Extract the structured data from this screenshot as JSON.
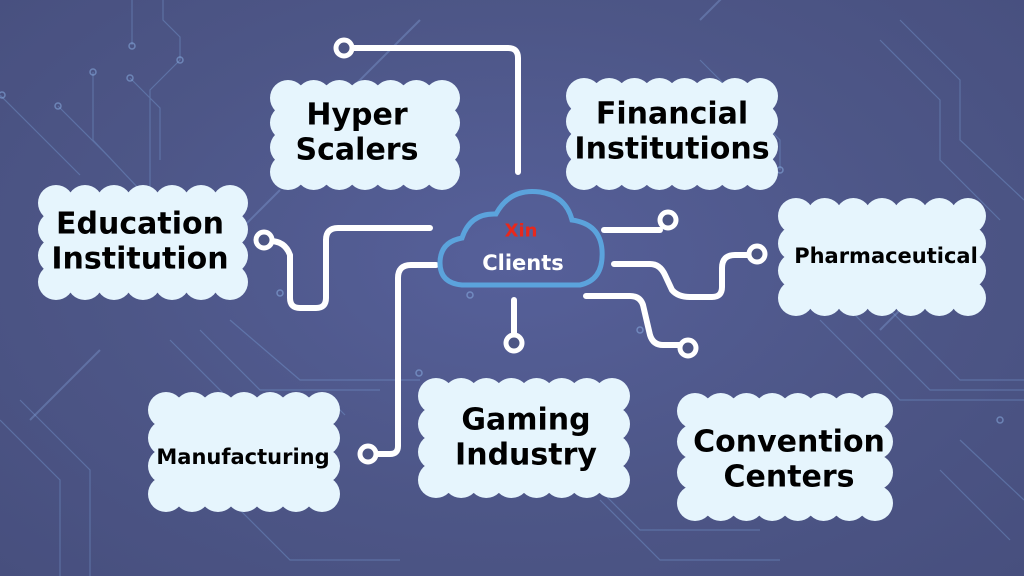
{
  "diagram": {
    "title_brand": "Xin",
    "title_label": "Clients",
    "colors": {
      "background": "#4d5685",
      "cloud_fill": "#e6f5fd",
      "hub_outline": "#5ba3dc",
      "connector": "#ffffff",
      "brand_red": "#e8281c",
      "circuit": "#7fa8e0"
    },
    "clients": [
      {
        "id": "hyper-scalers",
        "lines": [
          "Hyper",
          "Scalers"
        ]
      },
      {
        "id": "financial-institutions",
        "lines": [
          "Financial",
          "Institutions"
        ]
      },
      {
        "id": "education-institution",
        "lines": [
          "Education",
          "Institution"
        ]
      },
      {
        "id": "pharmaceutical",
        "lines": [
          "Pharmaceutical"
        ]
      },
      {
        "id": "manufacturing",
        "lines": [
          "Manufacturing"
        ]
      },
      {
        "id": "gaming-industry",
        "lines": [
          "Gaming",
          "Industry"
        ]
      },
      {
        "id": "convention-centers",
        "lines": [
          "Convention",
          "Centers"
        ]
      }
    ]
  }
}
